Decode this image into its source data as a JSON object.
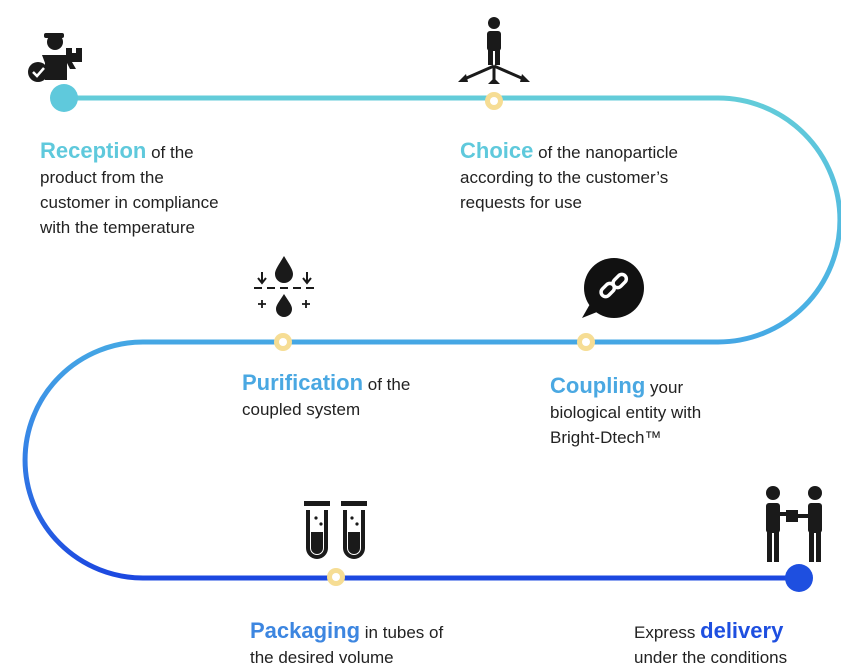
{
  "colors": {
    "cyan": "#5fc9dc",
    "blue_mid": "#3f9de3",
    "blue_dark": "#1e4fe0",
    "dot": "#f6dd94",
    "icon": "#1a1a1a"
  },
  "steps": [
    {
      "keyword": "Reception",
      "lines": [
        " of the",
        "product from the",
        "customer in compliance",
        "with the temperature"
      ],
      "keyword_color": "#5fc9dc",
      "icon": "delivery-man-with-box-icon"
    },
    {
      "keyword": "Choice",
      "lines": [
        " of the nanoparticle",
        "according to the customer’s",
        "requests for use"
      ],
      "keyword_color": "#5fc9dc",
      "icon": "person-choosing-direction-icon"
    },
    {
      "keyword": "Purification",
      "lines": [
        " of the",
        "coupled system"
      ],
      "keyword_color": "#4aa8e2",
      "icon": "filtration-drops-icon"
    },
    {
      "keyword": "Coupling",
      "lines": [
        " your",
        "biological entity with",
        "Bright-Dtech™"
      ],
      "keyword_color": "#4aa8e2",
      "icon": "chain-link-bubble-icon"
    },
    {
      "keyword": "Packaging",
      "lines": [
        " in tubes of",
        "the desired volume"
      ],
      "keyword_color": "#3d86e0",
      "icon": "test-tubes-icon"
    },
    {
      "keyword": "delivery",
      "prefix": "Express ",
      "lines": [
        "",
        "under the conditions"
      ],
      "keyword_color": "#1e4fe0",
      "icon": "handover-people-icon"
    }
  ]
}
